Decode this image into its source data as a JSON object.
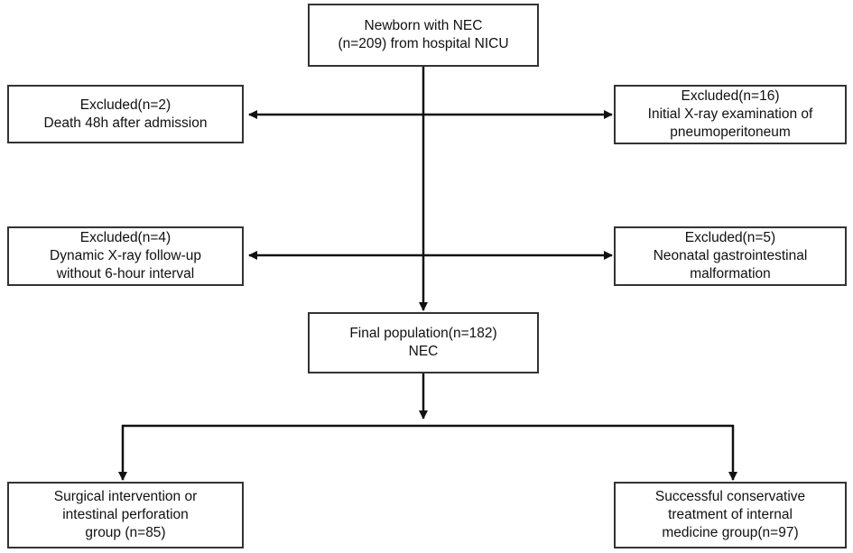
{
  "flowchart": {
    "start": {
      "lines": [
        "Newborn with NEC",
        "(n=209) from hospital NICU"
      ]
    },
    "exclusions": [
      {
        "lines": [
          "Excluded(n=2)",
          "Death 48h after admission"
        ]
      },
      {
        "lines": [
          "Excluded(n=16)",
          "Initial X-ray examination of",
          "pneumoperitoneum"
        ]
      },
      {
        "lines": [
          "Excluded(n=4)",
          "Dynamic X-ray follow-up",
          "without 6-hour interval"
        ]
      },
      {
        "lines": [
          "Excluded(n=5)",
          "Neonatal gastrointestinal",
          "malformation"
        ]
      }
    ],
    "final": {
      "lines": [
        "Final population(n=182)",
        "NEC"
      ]
    },
    "groups": [
      {
        "lines": [
          "Surgical intervention or",
          "intestinal perforation",
          "group (n=85)"
        ]
      },
      {
        "lines": [
          "Successful conservative",
          "treatment of internal",
          "medicine group(n=97)"
        ]
      }
    ]
  }
}
